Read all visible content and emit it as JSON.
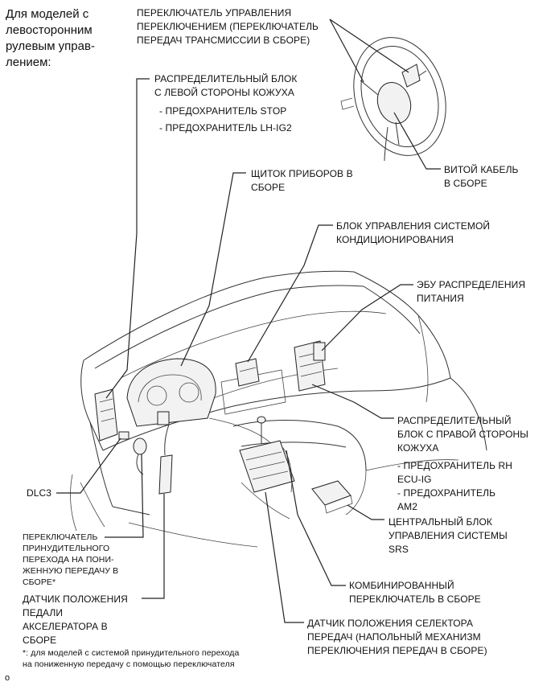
{
  "header": "Для моделей с\nлевосторонним\nрулевым управ-\nлением:",
  "labels": {
    "switch_control": "ПЕРЕКЛЮЧАТЕЛЬ УПРАВЛЕНИЯ\nПЕРЕКЛЮЧЕНИЕМ (ПЕРЕКЛЮЧАТЕЛЬ\nПЕРЕДАЧ ТРАНСМИССИИ В СБОРЕ)",
    "left_block": "РАСПРЕДЕЛИТЕЛЬНЫЙ БЛОК\nС ЛЕВОЙ СТОРОНЫ КОЖУХА",
    "left_block_items": "- ПРЕДОХРАНИТЕЛЬ STOP\n- ПРЕДОХРАНИТЕЛЬ LH-IG2",
    "spiral_cable": "ВИТОЙ КАБЕЛЬ\nВ СБОРЕ",
    "instrument_panel": "ЩИТОК ПРИБОРОВ В\nСБОРЕ",
    "ac_control": "БЛОК УПРАВЛЕНИЯ СИСТЕМОЙ\nКОНДИЦИОНИРОВАНИЯ",
    "power_ecu": "ЭБУ РАСПРЕДЕЛЕНИЯ\nПИТАНИЯ",
    "right_block": "РАСПРЕДЕЛИТЕЛЬНЫЙ\nБЛОК С ПРАВОЙ СТОРОНЫ\nКОЖУХА",
    "right_block_items": "- ПРЕДОХРАНИТЕЛЬ RH\nECU-IG\n- ПРЕДОХРАНИТЕЛЬ\nAM2",
    "dlc3": "DLC3",
    "srs": "ЦЕНТРАЛЬНЫЙ БЛОК\nУПРАВЛЕНИЯ СИСТЕМЫ\nSRS",
    "kickdown": "ПЕРЕКЛЮЧАТЕЛЬ\nПРИНУДИТЕЛЬНОГО\nПЕРЕХОДА НА ПОНИ-\nЖЕННУЮ ПЕРЕДАЧУ В\nСБОРЕ*",
    "combo_switch": "КОМБИНИРОВАННЫЙ\nПЕРЕКЛЮЧАТЕЛЬ В СБОРЕ",
    "accel_sensor": "ДАТЧИК ПОЛОЖЕНИЯ\nПЕДАЛИ\nАКСЕЛЕРАТОРА В\nСБОРЕ",
    "selector_sensor": "ДАТЧИК ПОЛОЖЕНИЯ СЕЛЕКТОРА\nПЕРЕДАЧ (НАПОЛЬНЫЙ МЕХАНИЗМ\nПЕРЕКЛЮЧЕНИЯ ПЕРЕДАЧ В СБОРЕ)"
  },
  "footnote": "*: для моделей с системой принудительного перехода\nна пониженную передачу с помощью переключателя",
  "corner_mark": "o"
}
